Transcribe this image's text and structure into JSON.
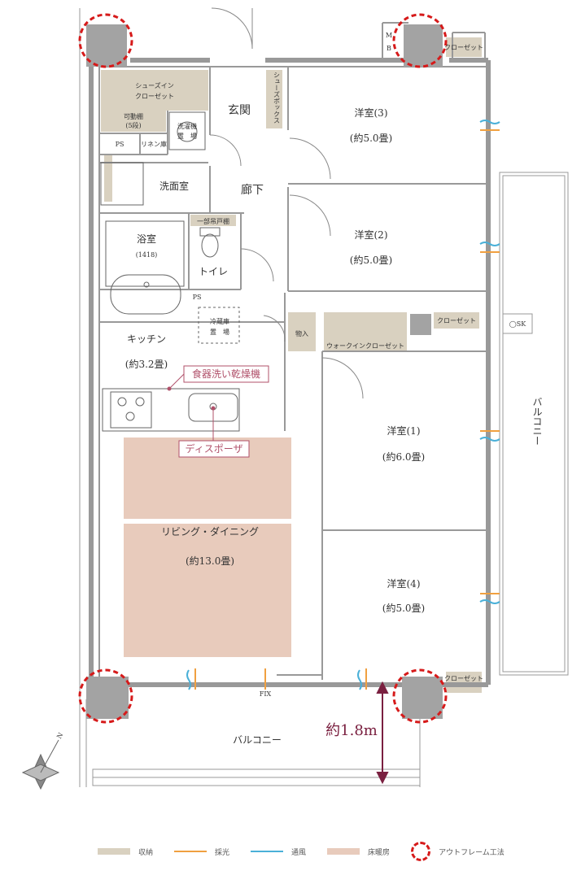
{
  "rooms": {
    "western3": {
      "name": "洋室(3)",
      "size": "(約5.0畳)"
    },
    "western2": {
      "name": "洋室(2)",
      "size": "(約5.0畳)"
    },
    "western1": {
      "name": "洋室(1)",
      "size": "(約6.0畳)"
    },
    "western4": {
      "name": "洋室(4)",
      "size": "(約5.0畳)"
    },
    "kitchen": {
      "name": "キッチン",
      "size": "(約3.2畳)"
    },
    "living": {
      "name": "リビング・ダイニング",
      "size": "(約13.0畳)"
    },
    "bath": {
      "name": "浴室",
      "size": "(1418)"
    },
    "washroom": "洗面室",
    "toilet": "トイレ",
    "hallway": "廊下",
    "entrance": "玄関"
  },
  "storage": {
    "shoes_in": "シューズイン",
    "closet_word": "クローゼット",
    "movable_shelf": "可動棚",
    "shelf_count": "(5段)",
    "shoe_box": "シューズボックス",
    "linen": "リネン庫",
    "pantry": "物入",
    "walk_in": "ウォークインクローゼット",
    "closet_small": "クローゼット",
    "part_shelf": "一部吊戸棚"
  },
  "fixtures": {
    "washer": "洗濯機",
    "washer_place": "置　場",
    "fridge": "冷蔵庫",
    "fridge_place": "置　場",
    "ps": "PS",
    "mb_m": "M",
    "mb_b": "B",
    "sk": "◯SK",
    "fix": "FIX"
  },
  "callouts": {
    "dishwasher": "食器洗い乾燥機",
    "disposer": "ディスポーザ",
    "balcony_depth": "約1.8m"
  },
  "balconies": {
    "bottom": "バルコニー",
    "right": "バルコニー"
  },
  "compass": {
    "north": "N"
  },
  "legend": {
    "storage": "収納",
    "daylight": "採光",
    "ventilation": "通風",
    "floor_heating": "床暖房",
    "outframe": "アウトフレーム工法"
  },
  "colors": {
    "storage": "#d9d1c0",
    "floor_heating": "#e8cbbc",
    "daylight": "#f0a040",
    "ventilation": "#4ab0d8",
    "outframe": "#d61a1a",
    "wall": "#999999",
    "pillar": "#a3a3a3",
    "callout": "#b0506a",
    "dimension": "#7a2040"
  }
}
